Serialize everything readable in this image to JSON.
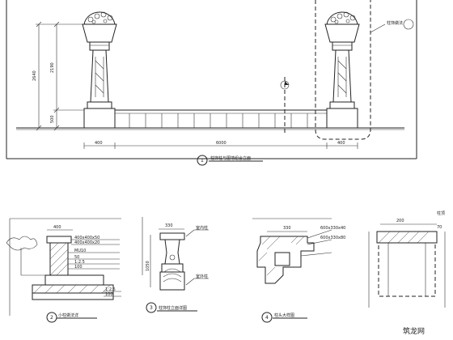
{
  "main_view": {
    "dims": {
      "overall_width": "6000",
      "left_end": "400",
      "right_end": "400",
      "total_height": "2640",
      "column_height": "2190",
      "base_height": "500"
    },
    "callout_text": "柱饰做法",
    "caption_num": "1",
    "caption_title": "柱饰柱与围墙组合立面"
  },
  "detail_2": {
    "caption_num": "2",
    "caption_title": "小柱做法详",
    "dims": {
      "top": "400"
    },
    "notes": [
      "400x400x50",
      "400x400x20",
      "MU10",
      "50",
      "1:2.5",
      "100",
      "1:2.5",
      "100"
    ]
  },
  "detail_3": {
    "caption_num": "3",
    "caption_title": "柱饰柱立面详图",
    "dims": {
      "top": "330",
      "height": "1050"
    },
    "notes": [
      "室内柱",
      "室外柱"
    ]
  },
  "detail_4": {
    "caption_num": "4",
    "caption_title": "柱头大样图",
    "dims": {
      "top": "330"
    },
    "notes": [
      "600x330x40",
      "600x330x80"
    ]
  },
  "detail_5": {
    "dims": {
      "top": "200",
      "side": "70"
    },
    "notes": [
      "柱顶"
    ]
  },
  "watermark": "筑龙网"
}
